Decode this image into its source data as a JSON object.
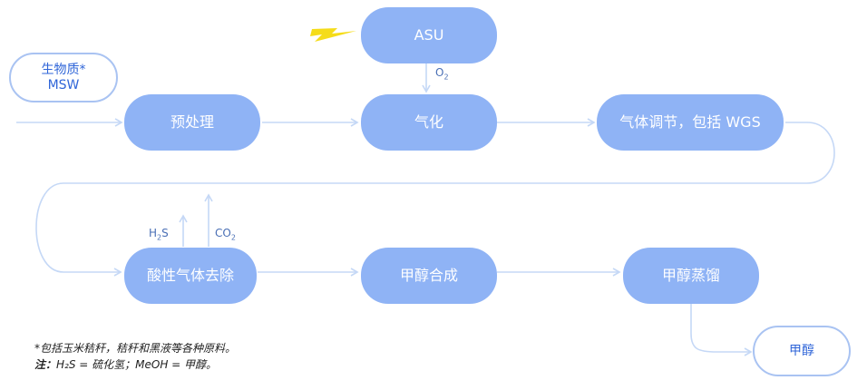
{
  "nodes": {
    "asu": "ASU",
    "biomass_line1": "生物质*",
    "biomass_line2": "MSW",
    "pretreatment": "预处理",
    "gasification": "气化",
    "gas_conditioning": "气体调节，包括 WGS",
    "acid_gas_removal": "酸性气体去除",
    "methanol_synthesis": "甲醇合成",
    "methanol_distillation": "甲醇蒸馏",
    "methanol": "甲醇"
  },
  "labels": {
    "o2": "O",
    "o2_sub": "2",
    "h2s_h": "H",
    "h2s_sub": "2",
    "h2s_s": "S",
    "co2": "CO",
    "co2_sub": "2"
  },
  "notes": {
    "footnote": "*包括玉米秸秆，秸秆和黑液等各种原料。",
    "note_label": "注：",
    "note_text": "H₂S = 硫化氢；MeOH = 甲醇。"
  },
  "colors": {
    "node_fill": "#8fb3f5",
    "connector": "#c5d8f6",
    "outline": "#a9c3f2",
    "lightning": "#f5dc1a"
  }
}
